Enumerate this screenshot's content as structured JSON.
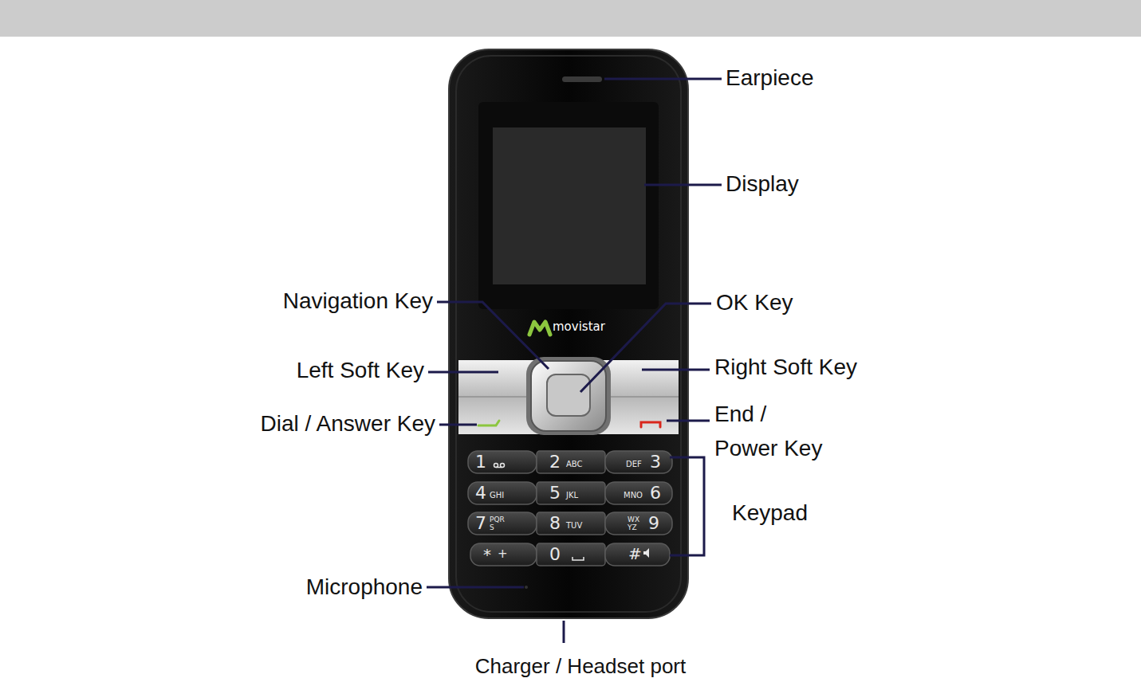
{
  "diagram": {
    "labels": [
      "Earpiece",
      "Display",
      "Navigation Key",
      "OK Key",
      "Left Soft Key",
      "Right Soft Key",
      "Dial / Answer Key",
      "End / Power Key",
      "Keypad",
      "Microphone",
      "Charger / Headset port",
      "movistar",
      "1",
      "2",
      "ABC",
      "DEF",
      "3",
      "4",
      "GHI",
      "5",
      "JKL",
      "MNO",
      "6",
      "7",
      "PQRS",
      "8",
      "TUV",
      "WXYZ",
      "9",
      "*",
      "+",
      "0",
      "#"
    ]
  }
}
